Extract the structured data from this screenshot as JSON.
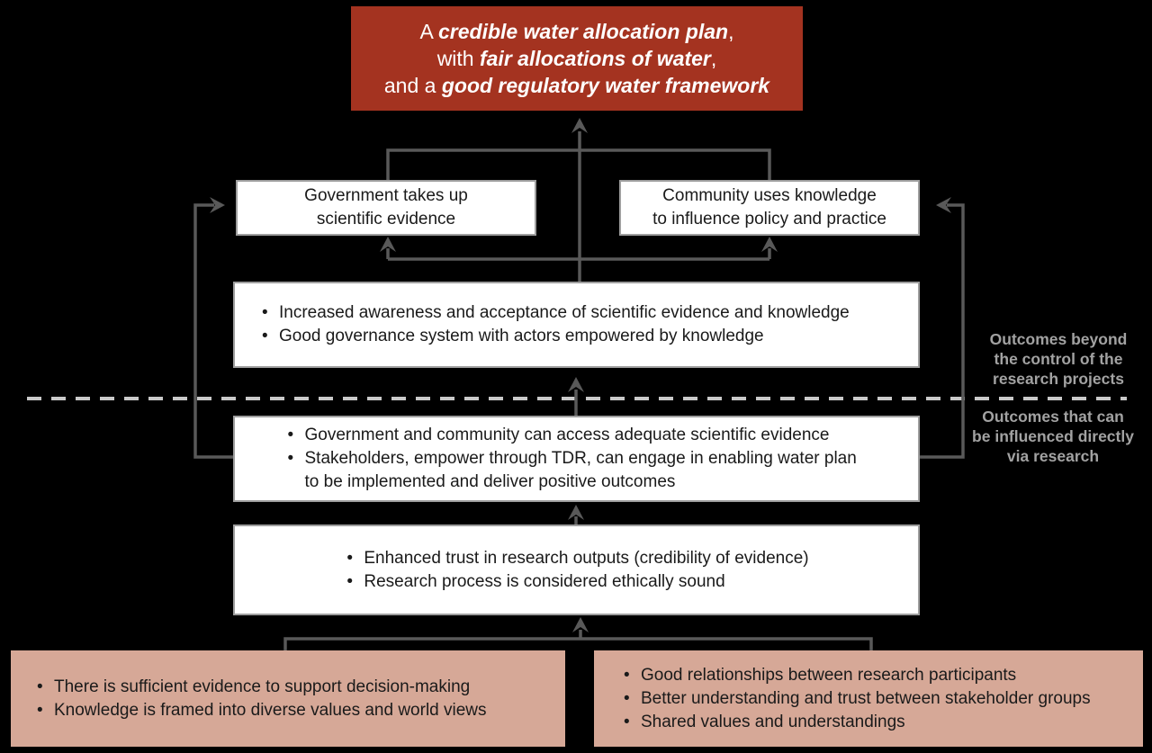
{
  "colors": {
    "background": "#000000",
    "goal_box_bg": "#A43320",
    "goal_box_text": "#FFFFFF",
    "box_bg": "#FFFFFF",
    "box_border": "#9E9E9E",
    "box_text": "#1A1A1A",
    "foundation_box_bg": "#D6A897",
    "connector": "#595959",
    "dashed_line": "#C9C9C9",
    "zone_label_text": "#A2A2A2"
  },
  "goal_box": {
    "lines": [
      {
        "segments": [
          {
            "text": "A ",
            "em": false
          },
          {
            "text": "credible water allocation plan",
            "em": true
          },
          {
            "text": ",",
            "em": false
          }
        ]
      },
      {
        "segments": [
          {
            "text": "with ",
            "em": false
          },
          {
            "text": "fair allocations of water",
            "em": true
          },
          {
            "text": ",",
            "em": false
          }
        ]
      },
      {
        "segments": [
          {
            "text": "and a ",
            "em": false
          },
          {
            "text": "good regulatory water framework",
            "em": true
          }
        ]
      }
    ]
  },
  "outcome_boxes": {
    "government": {
      "lines": [
        "Government takes up",
        "scientific evidence"
      ]
    },
    "community": {
      "lines": [
        "Community uses knowledge",
        "to influence policy and practice"
      ]
    },
    "awareness": {
      "bullets": [
        "Increased awareness and acceptance of scientific evidence and knowledge",
        "Good governance system with actors empowered by knowledge"
      ]
    },
    "access": {
      "bullets": [
        "Government and community can access adequate scientific evidence",
        "Stakeholders, empower through TDR, can engage in enabling water plan to be implemented and deliver positive outcomes"
      ]
    },
    "trust": {
      "bullets": [
        "Enhanced trust in research outputs (credibility of evidence)",
        "Research process is considered ethically sound"
      ]
    }
  },
  "foundation_boxes": {
    "left": {
      "bullets": [
        "There is sufficient evidence to support decision-making",
        "Knowledge is framed into diverse values and world views"
      ]
    },
    "right": {
      "bullets": [
        "Good relationships between research participants",
        "Better understanding and trust between stakeholder groups",
        "Shared values and understandings"
      ]
    }
  },
  "zone_labels": {
    "above": {
      "lines": [
        "Outcomes beyond",
        "the control of the",
        "research projects"
      ]
    },
    "below": {
      "lines": [
        "Outcomes that can",
        "be influenced directly",
        "via research"
      ]
    }
  }
}
